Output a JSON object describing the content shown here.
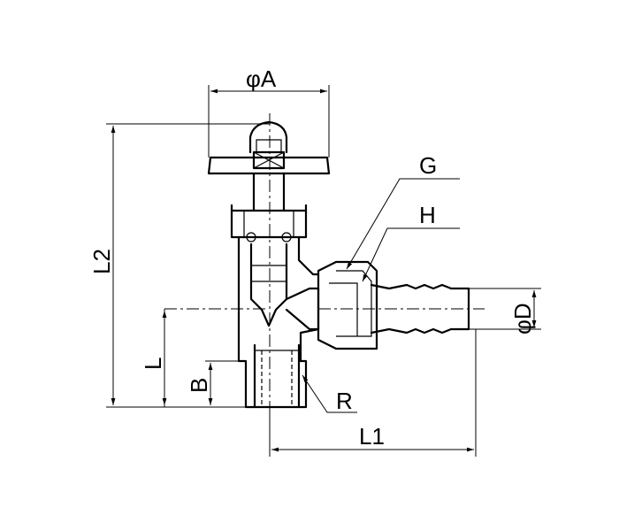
{
  "labels": {
    "phi_a": "φA",
    "phi_d": "φD",
    "l2": "L2",
    "l": "L",
    "b": "B",
    "l1": "L1",
    "g": "G",
    "h": "H",
    "r": "R"
  }
}
